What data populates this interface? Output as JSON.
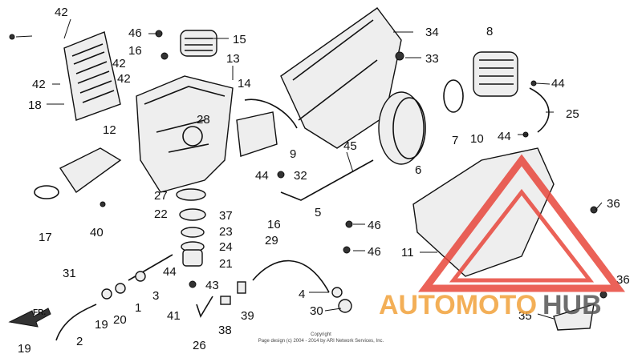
{
  "diagram": {
    "part_numbers": [
      "42",
      "46",
      "15",
      "16",
      "42",
      "42",
      "13",
      "34",
      "33",
      "8",
      "44",
      "42",
      "18",
      "14",
      "28",
      "12",
      "25",
      "7",
      "44",
      "9",
      "45",
      "10",
      "6",
      "32",
      "44",
      "27",
      "37",
      "22",
      "23",
      "16",
      "5",
      "36",
      "46",
      "11",
      "24",
      "40",
      "17",
      "29",
      "46",
      "21",
      "44",
      "43",
      "36",
      "31",
      "3",
      "1",
      "20",
      "19",
      "4",
      "FR.",
      "2",
      "41",
      "39",
      "30",
      "35",
      "38",
      "26",
      "19"
    ],
    "arrow_label": "FR.",
    "copyright_line1": "Copyright",
    "copyright_line2": "Page design (c) 2004 - 2014 by ARI Network Services, Inc."
  },
  "watermark": {
    "text_a": "AUTOMOTO",
    "text_b": "HUB",
    "color_red": "#e8473c",
    "color_orange": "#f2a23a",
    "color_gray": "#555555"
  }
}
